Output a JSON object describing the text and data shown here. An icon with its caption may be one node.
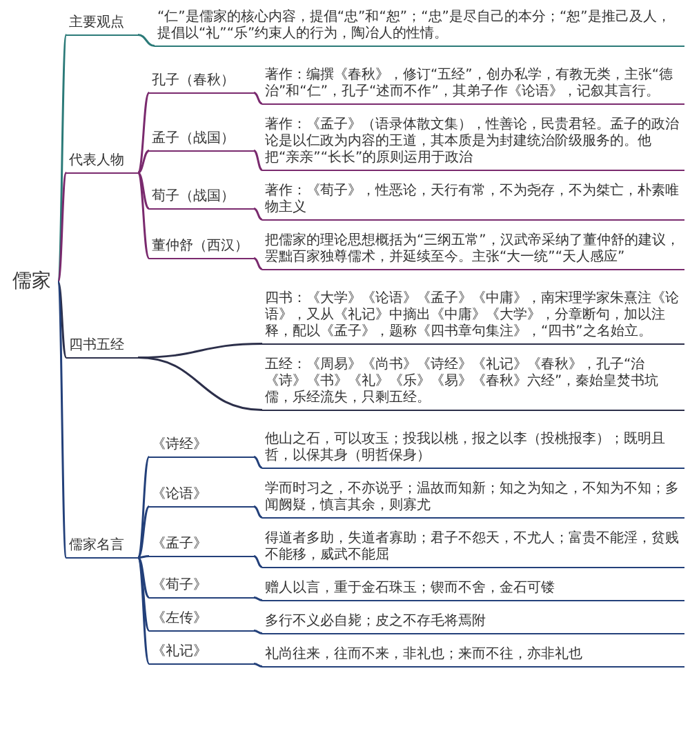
{
  "diagram": {
    "nodes": [
      {
        "text": [
          "儒家"
        ]
      },
      {
        "text": [
          "主要观点"
        ]
      },
      {
        "text": [
          "“仁”是儒家的核心内容，提倡“忠”和“恕”；“忠”是尽自己的本分；“恕”是推己及人，提倡以“礼”“乐”约束人的行为，陶冶人的性情。"
        ]
      },
      {
        "text": [
          "代表人物"
        ]
      },
      {
        "text": [
          "孔子（春秋）"
        ]
      },
      {
        "text": [
          "著作：编撰《春秋》，修订“五经”，创办私学，有教无类，主张“德治”和“仁”，孔子“述而不作”，其弟子作《论语》，记叙其言行。"
        ]
      },
      {
        "text": [
          "孟子（战国）"
        ]
      },
      {
        "text": [
          "著作：《孟子》（语录体散文集），性善论，民贵君轻。孟子的政治论是以仁政为内容的王道，其本质是为封建统治阶级服务的。他把“亲亲”“长长”的原则运用于政治"
        ]
      },
      {
        "text": [
          "荀子（战国）"
        ]
      },
      {
        "text": [
          "著作：《荀子》，性恶论，天行有常，不为尧存，不为桀亡，朴素唯物主义"
        ]
      },
      {
        "text": [
          "董仲舒（西汉）"
        ]
      },
      {
        "text": [
          "把儒家的理论思想概括为“三纲五常”，汉武帝采纳了董仲舒的建议，罢黜百家独尊儒术，并延续至今。主张“大一统”“天人感应”"
        ]
      },
      {
        "text": [
          "四书五经"
        ]
      },
      {
        "text": [
          "四书：《大学》《论语》《孟子》《中庸》，南宋理学家朱熹注《论语》，又从《礼记》中摘出《中庸》《大学》，分章断句，加以注释，配以《孟子》，题称《四书章句集注》，“四书”之名始立。"
        ]
      },
      {
        "text": [
          "五经：《周易》《尚书》《诗经》《礼记》《春秋》，孔子“治《诗》《书》《礼》《乐》《易》《春秋》六经”，秦始皇焚书坑儒，乐经流失，只剩五经。"
        ]
      },
      {
        "text": [
          "儒家名言"
        ]
      },
      {
        "text": [
          "《诗经》"
        ]
      },
      {
        "text": [
          "他山之石，可以攻玉；投我以桃，报之以李（投桃报李）；既明且哲，以保其身（明哲保身）"
        ]
      },
      {
        "text": [
          "《论语》"
        ]
      },
      {
        "text": [
          "学而时习之，不亦说乎；温故而知新；知之为知之，不知为不知；多闻阙疑，慎言其余，则寡尤"
        ]
      },
      {
        "text": [
          "《孟子》"
        ]
      },
      {
        "text": [
          "得道者多助，失道者寡助；君子不怨天，不尤人；富贵不能淫，贫贱不能移，威武不能屈"
        ]
      },
      {
        "text": [
          "《荀子》"
        ]
      },
      {
        "text": [
          "赠人以言，重于金石珠玉；锲而不舍，金石可镂"
        ]
      },
      {
        "text": [
          "《左传》"
        ]
      },
      {
        "text": [
          "多行不义必自毙；皮之不存毛将焉附"
        ]
      },
      {
        "text": [
          "《礼记》"
        ]
      },
      {
        "text": [
          "礼尚往来，往而不来，非礼也；来而不往，亦非礼也"
        ]
      }
    ],
    "edges": [
      {
        "from": 0,
        "to": 1,
        "arrow": "none",
        "color": "#2b7a78"
      },
      {
        "from": 1,
        "to": 2,
        "arrow": "none",
        "color": "#2b7a78"
      },
      {
        "from": 0,
        "to": 3,
        "arrow": "none",
        "color": "#7a2a6e"
      },
      {
        "from": 3,
        "to": 4,
        "arrow": "none",
        "color": "#7a2a6e"
      },
      {
        "from": 4,
        "to": 5,
        "arrow": "none",
        "color": "#7a2a6e"
      },
      {
        "from": 3,
        "to": 6,
        "arrow": "none",
        "color": "#7a2a6e"
      },
      {
        "from": 6,
        "to": 7,
        "arrow": "none",
        "color": "#7a2a6e"
      },
      {
        "from": 3,
        "to": 8,
        "arrow": "none",
        "color": "#7a2a6e"
      },
      {
        "from": 8,
        "to": 9,
        "arrow": "none",
        "color": "#7a2a6e"
      },
      {
        "from": 3,
        "to": 10,
        "arrow": "none",
        "color": "#7a2a6e"
      },
      {
        "from": 10,
        "to": 11,
        "arrow": "none",
        "color": "#7a2a6e"
      },
      {
        "from": 0,
        "to": 12,
        "arrow": "none",
        "color": "#2c2f4a"
      },
      {
        "from": 12,
        "to": 13,
        "arrow": "none",
        "color": "#2c2f4a"
      },
      {
        "from": 12,
        "to": 14,
        "arrow": "none",
        "color": "#2c2f4a"
      },
      {
        "from": 0,
        "to": 15,
        "arrow": "none"
      },
      {
        "from": 15,
        "to": 16,
        "arrow": "none"
      },
      {
        "from": 16,
        "to": 17,
        "arrow": "none"
      },
      {
        "from": 15,
        "to": 18,
        "arrow": "none"
      },
      {
        "from": 18,
        "to": 19,
        "arrow": "none"
      },
      {
        "from": 15,
        "to": 20,
        "arrow": "none"
      },
      {
        "from": 20,
        "to": 21,
        "arrow": "none"
      },
      {
        "from": 15,
        "to": 22,
        "arrow": "none"
      },
      {
        "from": 22,
        "to": 23,
        "arrow": "none"
      },
      {
        "from": 15,
        "to": 24,
        "arrow": "none"
      },
      {
        "from": 24,
        "to": 25,
        "arrow": "none"
      },
      {
        "from": 15,
        "to": 26,
        "arrow": "none"
      },
      {
        "from": 26,
        "to": 27,
        "arrow": "none"
      }
    ]
  }
}
